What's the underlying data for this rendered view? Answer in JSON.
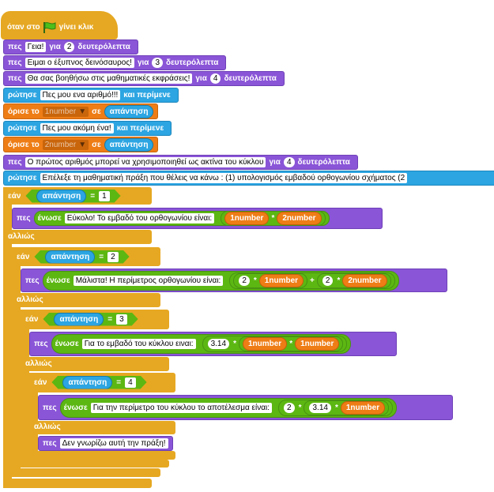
{
  "hat": {
    "when": "όταν στο",
    "clicked": "γίνει κλικ"
  },
  "kw": {
    "say": "πες",
    "for": "για",
    "seconds": "δευτερόλεπτα",
    "ask": "ρώτησε",
    "and_wait": "και περίμενε",
    "set": "όρισε το",
    "to": "σε",
    "if": "εάν",
    "else": "αλλιώς",
    "join": "ένωσε",
    "answer": "απάντηση",
    "times": "*",
    "plus": "+",
    "eq": "="
  },
  "say1": {
    "text": "Γεια!",
    "secs": "2"
  },
  "say2": {
    "text": "Ειμαι ο έξυπνος δεινόσαυρος! ",
    "secs": "3"
  },
  "say3": {
    "text": "Θα σας βοηθήσω στις μαθηματικές εκφράσεις!",
    "secs": "4"
  },
  "ask1": {
    "text": "Πες μου ενα αριθμό!!!"
  },
  "set1": {
    "var": "1number"
  },
  "ask2": {
    "text": "Πες μου ακόμη ένα!"
  },
  "set2": {
    "var": "2number"
  },
  "say4": {
    "text": "Ο πρώτος αριθμός μπορεί να χρησιμοποιηθεί ως ακτίνα του κύκλου",
    "secs": "4"
  },
  "ask3": {
    "text": "Επέλεξε τη μαθηματική πράξη που θέλεις να κάνω : (1) υπολογισμός εμβαδού ορθογωνίου σχήματος  (2"
  },
  "if1": {
    "value": "1",
    "text": "Εύκολο! Το εμβαδό του ορθογωνίου είναι:",
    "a": "1number",
    "b": "2number"
  },
  "if2": {
    "value": "2",
    "text": "Μάλιστα! Η περίμετρος ορθογωνίου είναι:",
    "k1": "2",
    "a": "1number",
    "k2": "2",
    "b": "2number"
  },
  "if3": {
    "value": "3",
    "text": "Για το εμβαδό του κύκλου ειναι:",
    "pi": "3.14",
    "a": "1number",
    "b": "1number"
  },
  "if4": {
    "value": "4",
    "text": "Για την περίμετρο του κύκλου το αποτέλεσμα είναι:",
    "k": "2",
    "pi": "3.14",
    "a": "1number"
  },
  "else_say": {
    "text": "Δεν γνωρίζω αυτή την πράξη!"
  },
  "colors": {
    "looks": "#8a55d7",
    "sensing": "#2ca5e2",
    "data": "#ee7d16",
    "control": "#e6a822",
    "operators": "#5cb712"
  }
}
